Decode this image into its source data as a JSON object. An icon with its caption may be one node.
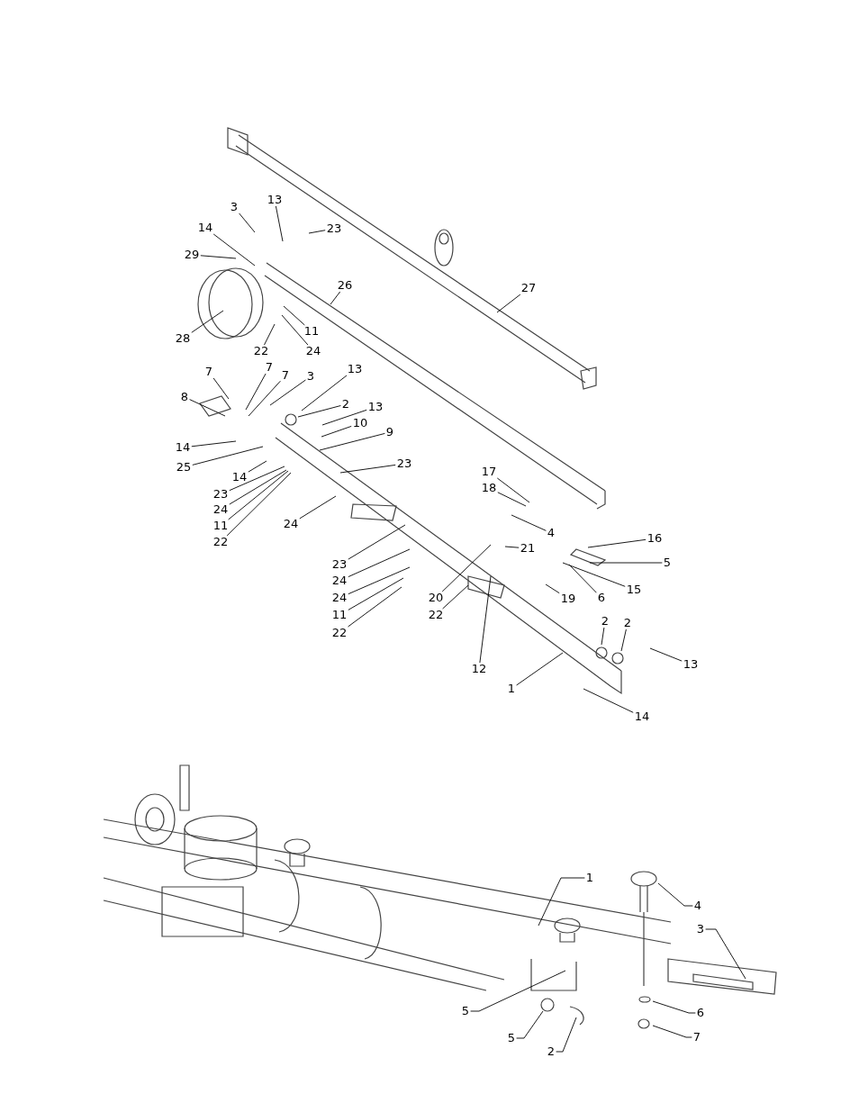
{
  "diagram": {
    "nodes": [
      {
        "text": [
          "3"
        ]
      },
      {
        "text": [
          "13"
        ]
      },
      {
        "text": [
          "23"
        ]
      },
      {
        "text": [
          "14"
        ]
      },
      {
        "text": [
          "29"
        ]
      },
      {
        "text": [
          "26"
        ]
      },
      {
        "text": [
          "27"
        ]
      },
      {
        "text": [
          "28"
        ]
      },
      {
        "text": [
          "11"
        ]
      },
      {
        "text": [
          "22"
        ]
      },
      {
        "text": [
          "24"
        ]
      },
      {
        "text": [
          "7"
        ]
      },
      {
        "text": [
          "7"
        ]
      },
      {
        "text": [
          "7"
        ]
      },
      {
        "text": [
          "8"
        ]
      },
      {
        "text": [
          "3"
        ]
      },
      {
        "text": [
          "13"
        ]
      },
      {
        "text": [
          "2"
        ]
      },
      {
        "text": [
          "13"
        ]
      },
      {
        "text": [
          "10"
        ]
      },
      {
        "text": [
          "9"
        ]
      },
      {
        "text": [
          "14"
        ]
      },
      {
        "text": [
          "25"
        ]
      },
      {
        "text": [
          "14"
        ]
      },
      {
        "text": [
          "23"
        ]
      },
      {
        "text": [
          "23"
        ]
      },
      {
        "text": [
          "24"
        ]
      },
      {
        "text": [
          "11"
        ]
      },
      {
        "text": [
          "22"
        ]
      },
      {
        "text": [
          "24"
        ]
      },
      {
        "text": [
          "17"
        ]
      },
      {
        "text": [
          "18"
        ]
      },
      {
        "text": [
          "21"
        ]
      },
      {
        "text": [
          "4"
        ]
      },
      {
        "text": [
          "16"
        ]
      },
      {
        "text": [
          "5"
        ]
      },
      {
        "text": [
          "15"
        ]
      },
      {
        "text": [
          "6"
        ]
      },
      {
        "text": [
          "19"
        ]
      },
      {
        "text": [
          "20"
        ]
      },
      {
        "text": [
          "22"
        ]
      },
      {
        "text": [
          "23"
        ]
      },
      {
        "text": [
          "24"
        ]
      },
      {
        "text": [
          "24"
        ]
      },
      {
        "text": [
          "11"
        ]
      },
      {
        "text": [
          "22"
        ]
      },
      {
        "text": [
          "12"
        ]
      },
      {
        "text": [
          "1"
        ]
      },
      {
        "text": [
          "2"
        ]
      },
      {
        "text": [
          "2"
        ]
      },
      {
        "text": [
          "13"
        ]
      },
      {
        "text": [
          "14"
        ]
      },
      {
        "text": [
          "1"
        ]
      },
      {
        "text": [
          "4"
        ]
      },
      {
        "text": [
          "3"
        ]
      },
      {
        "text": [
          "5"
        ]
      },
      {
        "text": [
          "6"
        ]
      },
      {
        "text": [
          "5"
        ]
      },
      {
        "text": [
          "2"
        ]
      },
      {
        "text": [
          "7"
        ]
      }
    ],
    "edges": [
      {
        "from": 0,
        "to": null,
        "arrow": "none"
      },
      {
        "from": 1,
        "to": null,
        "arrow": "none"
      },
      {
        "from": 2,
        "to": null,
        "arrow": "none"
      },
      {
        "from": 3,
        "to": null,
        "arrow": "none"
      },
      {
        "from": 4,
        "to": null,
        "arrow": "none"
      },
      {
        "from": 5,
        "to": null,
        "arrow": "none"
      },
      {
        "from": 6,
        "to": null,
        "arrow": "none"
      },
      {
        "from": 7,
        "to": null,
        "arrow": "none"
      },
      {
        "from": 8,
        "to": null,
        "arrow": "none"
      },
      {
        "from": 9,
        "to": null,
        "arrow": "none"
      },
      {
        "from": 10,
        "to": null,
        "arrow": "none"
      },
      {
        "from": 11,
        "to": null,
        "arrow": "none"
      },
      {
        "from": 12,
        "to": null,
        "arrow": "none"
      },
      {
        "from": 13,
        "to": null,
        "arrow": "none"
      },
      {
        "from": 14,
        "to": null,
        "arrow": "none"
      },
      {
        "from": 15,
        "to": null,
        "arrow": "none"
      },
      {
        "from": 16,
        "to": null,
        "arrow": "none"
      },
      {
        "from": 17,
        "to": null,
        "arrow": "none"
      },
      {
        "from": 18,
        "to": null,
        "arrow": "none"
      },
      {
        "from": 19,
        "to": null,
        "arrow": "none"
      },
      {
        "from": 20,
        "to": null,
        "arrow": "none"
      },
      {
        "from": 21,
        "to": null,
        "arrow": "none"
      },
      {
        "from": 22,
        "to": null,
        "arrow": "none"
      },
      {
        "from": 23,
        "to": null,
        "arrow": "none"
      },
      {
        "from": 24,
        "to": null,
        "arrow": "none"
      },
      {
        "from": 25,
        "to": null,
        "arrow": "none"
      },
      {
        "from": 26,
        "to": null,
        "arrow": "none"
      },
      {
        "from": 27,
        "to": null,
        "arrow": "none"
      },
      {
        "from": 28,
        "to": null,
        "arrow": "none"
      },
      {
        "from": 29,
        "to": null,
        "arrow": "none"
      },
      {
        "from": 30,
        "to": null,
        "arrow": "none"
      },
      {
        "from": 31,
        "to": null,
        "arrow": "none"
      },
      {
        "from": 32,
        "to": null,
        "arrow": "none"
      },
      {
        "from": 33,
        "to": null,
        "arrow": "none"
      },
      {
        "from": 34,
        "to": null,
        "arrow": "none"
      },
      {
        "from": 35,
        "to": null,
        "arrow": "none"
      },
      {
        "from": 36,
        "to": null,
        "arrow": "none"
      },
      {
        "from": 37,
        "to": null,
        "arrow": "none"
      },
      {
        "from": 38,
        "to": null,
        "arrow": "none"
      },
      {
        "from": 39,
        "to": null,
        "arrow": "none"
      },
      {
        "from": 40,
        "to": null,
        "arrow": "none"
      },
      {
        "from": 41,
        "to": null,
        "arrow": "none"
      },
      {
        "from": 42,
        "to": null,
        "arrow": "none"
      },
      {
        "from": 43,
        "to": null,
        "arrow": "none"
      },
      {
        "from": 44,
        "to": null,
        "arrow": "none"
      },
      {
        "from": 45,
        "to": null,
        "arrow": "none"
      },
      {
        "from": 46,
        "to": null,
        "arrow": "none"
      },
      {
        "from": 47,
        "to": null,
        "arrow": "none"
      },
      {
        "from": 48,
        "to": null,
        "arrow": "none"
      },
      {
        "from": 49,
        "to": null,
        "arrow": "none"
      },
      {
        "from": 50,
        "to": null,
        "arrow": "none"
      },
      {
        "from": 51,
        "to": null,
        "arrow": "none"
      },
      {
        "from": 52,
        "to": null,
        "arrow": "none"
      },
      {
        "from": 53,
        "to": null,
        "arrow": "none"
      },
      {
        "from": 54,
        "to": null,
        "arrow": "none"
      },
      {
        "from": 55,
        "to": null,
        "arrow": "none"
      },
      {
        "from": 56,
        "to": null,
        "arrow": "none"
      },
      {
        "from": 57,
        "to": null,
        "arrow": "none"
      },
      {
        "from": 58,
        "to": null,
        "arrow": "none"
      },
      {
        "from": 59,
        "to": null,
        "arrow": "none"
      }
    ]
  }
}
